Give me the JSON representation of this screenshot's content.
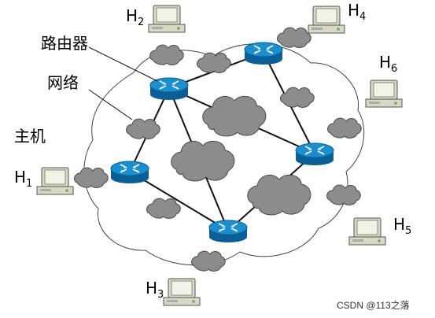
{
  "labels": {
    "router": "路由器",
    "network": "网络",
    "host": "主机"
  },
  "hosts": [
    {
      "name": "H",
      "sub": "1"
    },
    {
      "name": "H",
      "sub": "2"
    },
    {
      "name": "H",
      "sub": "3"
    },
    {
      "name": "H",
      "sub": "4"
    },
    {
      "name": "H",
      "sub": "5"
    },
    {
      "name": "H",
      "sub": "6"
    }
  ],
  "watermark": "CSDN @113之落",
  "icons": {
    "router": "router-icon",
    "network": "cloud-icon",
    "host": "computer-icon"
  },
  "colors": {
    "router_fill": "#1a8fd0",
    "router_dark": "#0b5f96",
    "cloud_fill": "#8c8c8c",
    "cloud_stroke": "#4a4a4a",
    "computer_body": "#d8d8c4",
    "computer_screen": "#f2f2e6"
  }
}
